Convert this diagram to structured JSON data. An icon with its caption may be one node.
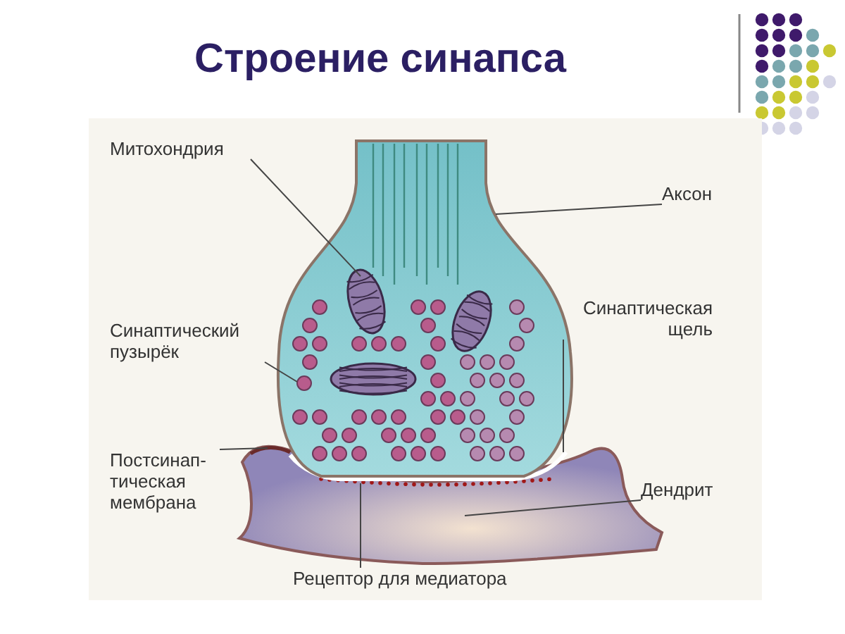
{
  "diagram": {
    "title": "Строение синапса",
    "nodes": [
      {
        "text": [
          "Митохондрия"
        ]
      },
      {
        "text": [
          "Аксон"
        ]
      },
      {
        "text": [
          "Синаптическая щель"
        ]
      },
      {
        "text": [
          "Синаптический пузырёк"
        ]
      },
      {
        "text": [
          "Постсинап- тическая мембрана"
        ]
      },
      {
        "text": [
          "Дендрит"
        ]
      },
      {
        "text": [
          "Рецептор для медиатора"
        ]
      },
      {
        "text": [],
        "shape": "picture"
      },
      {
        "text": [],
        "shape": "picture",
        "in": 7
      },
      {
        "text": [],
        "shape": "circle",
        "in": 7
      },
      {
        "text": [],
        "shape": "picture"
      },
      {
        "text": [],
        "shape": "picture"
      },
      {
        "text": [],
        "shape": "picture",
        "in": 11
      },
      {
        "text": [],
        "shape": "picture",
        "in": 11
      }
    ],
    "edges": [
      {
        "from": 0,
        "to": 8,
        "arrow": "none"
      },
      {
        "from": 1,
        "to": 7,
        "arrow": "none"
      },
      {
        "from": 2,
        "to": 10,
        "arrow": "none"
      },
      {
        "from": 3,
        "to": 9,
        "arrow": "none"
      },
      {
        "from": 4,
        "to": 12,
        "arrow": "none"
      },
      {
        "from": 5,
        "to": 11,
        "arrow": "none"
      },
      {
        "from": 6,
        "to": 13,
        "arrow": "none"
      }
    ]
  }
}
